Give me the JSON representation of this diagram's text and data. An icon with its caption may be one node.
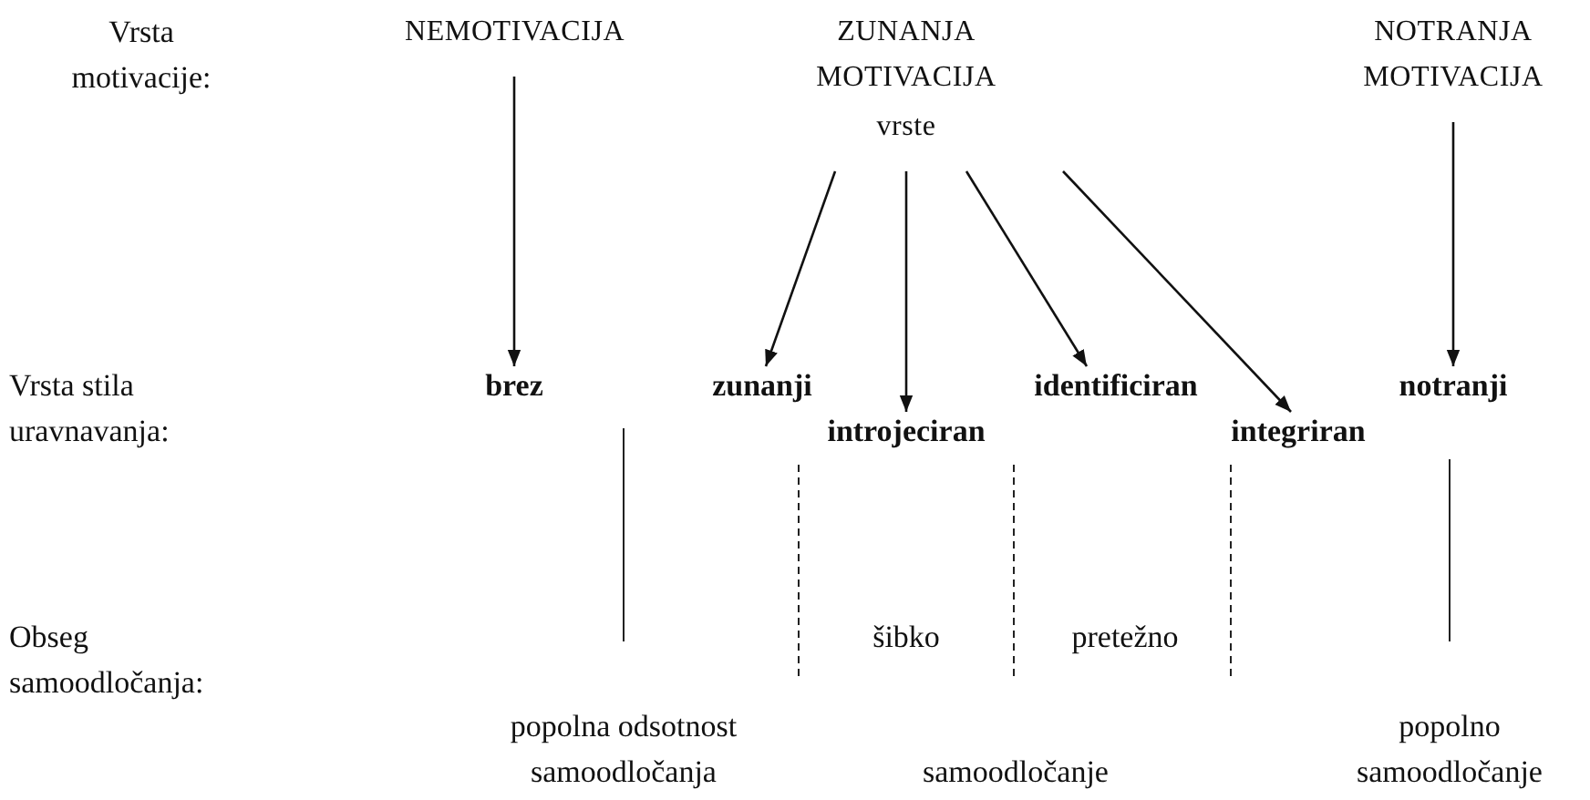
{
  "diagram": {
    "nodes": [
      {
        "text": [
          "NEMOTIVACIJA"
        ]
      },
      {
        "text": [
          "ZUNANJA MOTIVACIJA",
          "vrste"
        ]
      },
      {
        "text": [
          "NOTRANJA MOTIVACIJA"
        ]
      },
      {
        "text": [
          "brez"
        ]
      },
      {
        "text": [
          "zunanji"
        ]
      },
      {
        "text": [
          "introjeciran"
        ]
      },
      {
        "text": [
          "identificiran"
        ]
      },
      {
        "text": [
          "integriran"
        ]
      },
      {
        "text": [
          "notranji"
        ]
      }
    ],
    "edges": [
      {
        "from": 0,
        "to": 3,
        "arrow": "to"
      },
      {
        "from": 1,
        "to": 4,
        "arrow": "to"
      },
      {
        "from": 1,
        "to": 5,
        "arrow": "to"
      },
      {
        "from": 1,
        "to": 6,
        "arrow": "to"
      },
      {
        "from": 1,
        "to": 7,
        "arrow": "to"
      },
      {
        "from": 2,
        "to": 8,
        "arrow": "to"
      }
    ],
    "labels": [
      "Vrsta motivacije:",
      "Vrsta stila uravnavanja:",
      "Obseg samoodločanja:",
      "šibko",
      "pretežno",
      "popolna odsotnost samoodločanja",
      "samoodločanje",
      "popolno samoodločanje"
    ]
  }
}
